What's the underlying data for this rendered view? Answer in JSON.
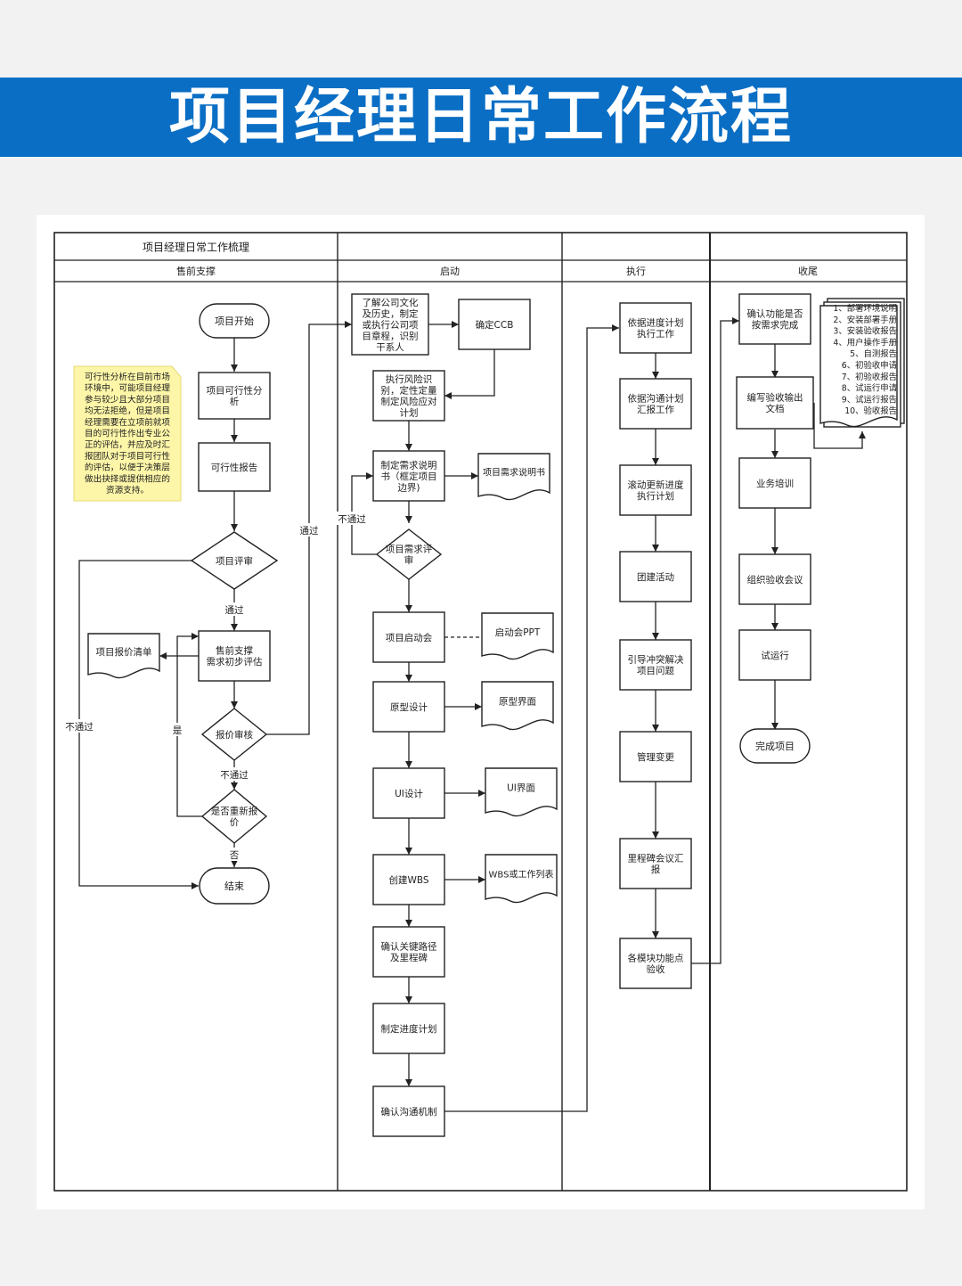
{
  "title": "项目经理日常工作流程",
  "diagram": {
    "pool_title": "项目经理日常工作梳理",
    "lanes": [
      "售前支撑",
      "启动",
      "执行",
      "收尾"
    ],
    "nodes": {
      "start": "项目开始",
      "feasibility": "项目可行性分\n析",
      "feasibility_report": "可行性报告",
      "project_review": "项目评审",
      "presale_eval": "售前支撑\n需求初步评估",
      "quote_list": "项目报价清单",
      "quote_review": "报价审核",
      "requote": "是否重新报\n价",
      "end": "结束",
      "culture": "了解公司文化\n及历史，制定\n或执行公司项\n目章程，识别\n干系人",
      "ccb": "确定CCB",
      "risk": "执行风险识\n别，定性定量\n制定风险应对\n计划",
      "req_spec": "制定需求说明\n书（框定项目\n边界)",
      "req_doc": "项目需求说明书",
      "req_review": "项目需求评\n审",
      "kickoff": "项目启动会",
      "kickoff_ppt": "启动会PPT",
      "prototype": "原型设计",
      "prototype_ui": "原型界面",
      "ui_design": "UI设计",
      "ui_screen": "UI界面",
      "wbs": "创建WBS",
      "wbs_list": "WBS或工作列表",
      "critical_path": "确认关键路径\n及里程碑",
      "schedule": "制定进度计划",
      "comm": "确认沟通机制",
      "exec_plan": "依据进度计划\n执行工作",
      "comm_report": "依据沟通计划\n汇报工作",
      "rolling_update": "滚动更新进度\n执行计划",
      "team_building": "团建活动",
      "conflict": "引导冲突解决\n项目问题",
      "change_mgmt": "管理变更",
      "milestone_meeting": "里程碑会议汇\n报",
      "module_acceptance": "各模块功能点\n验收",
      "confirm_req": "确认功能是否\n按需求完成",
      "acceptance_docs": "编写验收输出\n文档",
      "training": "业务培训",
      "acceptance_meeting": "组织验收会议",
      "trial_run": "试运行",
      "complete": "完成项目",
      "doc_list": "1、部署环境说明\n2、安装部署手册\n3、安装验收报告\n4、用户操作手册\n5、自测报告\n6、初验收申请\n7、初验收报告\n8、试运行申请\n9、试运行报告\n10、验收报告"
    },
    "note": "可行性分析在目前市场\n环境中，可能项目经理\n参与较少且大部分项目\n均无法拒绝，但是项目\n经理需要在立项前就项\n目的可行性作出专业公\n正的评估，并应及时汇\n报团队对于项目可行性\n的评估，以便于决策层\n做出抉择或提供相应的\n资源支持。",
    "labels": {
      "pass1": "通过",
      "pass2": "通过",
      "fail1": "不通过",
      "fail2": "不通过",
      "fail3": "不通过",
      "yes": "是",
      "no": "否"
    }
  },
  "colors": {
    "banner": "#0a6ec4",
    "note": "#fdf6a8",
    "line": "#222222"
  }
}
